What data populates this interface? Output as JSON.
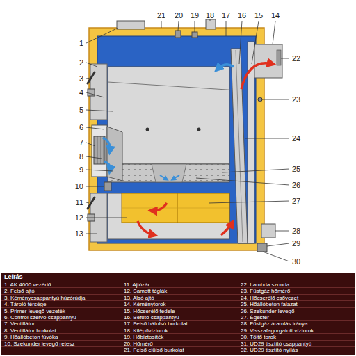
{
  "diagram": {
    "title": "Leírás",
    "labels": [
      "1",
      "2",
      "3",
      "4",
      "5",
      "6",
      "7",
      "8",
      "9",
      "10",
      "11",
      "12",
      "13",
      "14",
      "15",
      "16",
      "17",
      "18",
      "19",
      "20",
      "21",
      "22",
      "23",
      "24",
      "25",
      "26",
      "27",
      "28",
      "29",
      "30",
      "1. AK 4000 vezérlő",
      "2. Felső ajtó",
      "3. Kéménycsappantyú húzórúdja",
      "4. Tároló térsége",
      "5. Primer levegő vezeték",
      "6. Control szervo csappantyú",
      "7. Ventillátor",
      "8. Ventillátor burkolat",
      "9. Hőállóbeton fúvóka",
      "10. Szekunder levegő retesz",
      "11. Ajtózár",
      "12. Samott téglák",
      "13. Alsó ajtó",
      "14. Kéménytorok",
      "15. Hőcserélő fedele",
      "16. Befűtő csappantyú",
      "17. Felső hátulsó burkolat",
      "18. Kilépővíztorok",
      "19. Hőbiztosíték",
      "20. Hőmérő",
      "21. Felső elülső burkolat",
      "22. Lambda szonda",
      "23. Füstgáz hőmérő",
      "24. Hőcserélő csővezet",
      "25. Hőállóbeton falazat",
      "26. Szekunder levegő",
      "27. Égéstér",
      "28. Füstgáz áramlás iránya",
      "29. Visszafagorgatott víztorok",
      "30. Töltő torok",
      "31. UD29 tisztító csappantyú",
      "32. UD29 tisztító nyílás"
    ]
  }
}
